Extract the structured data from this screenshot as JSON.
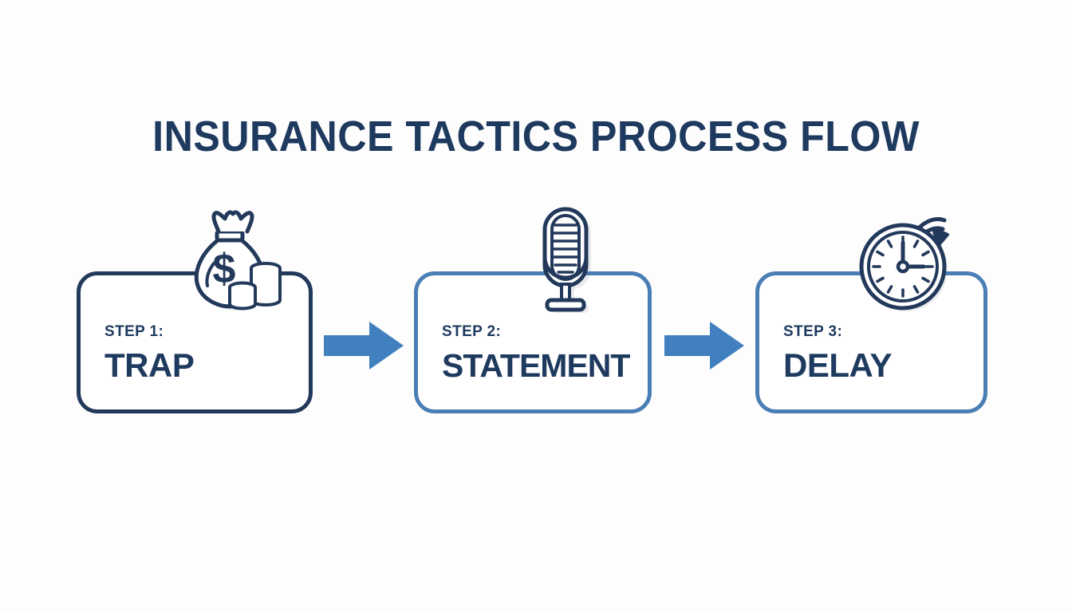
{
  "page": {
    "title": "INSURANCE TACTICS PROCESS FLOW",
    "background_color": "#fdfdfe",
    "navy_color": "#1e3a5f",
    "dark_border_color": "#23395b",
    "blue_border_color": "#4a7fb5",
    "arrow_color": "#4180bf"
  },
  "flow": {
    "steps": [
      {
        "label": "STEP 1:",
        "title": "TRAP",
        "icon": "money-bag-icon",
        "border_color": "#23395b"
      },
      {
        "label": "STEP 2:",
        "title": "STATEMENT",
        "icon": "microphone-icon",
        "border_color": "#4a7fb5"
      },
      {
        "label": "STEP 3:",
        "title": "DELAY",
        "icon": "clock-icon",
        "border_color": "#4a7fb5"
      }
    ],
    "connectors": [
      {
        "icon": "arrow-right-icon"
      },
      {
        "icon": "arrow-right-icon"
      }
    ]
  }
}
